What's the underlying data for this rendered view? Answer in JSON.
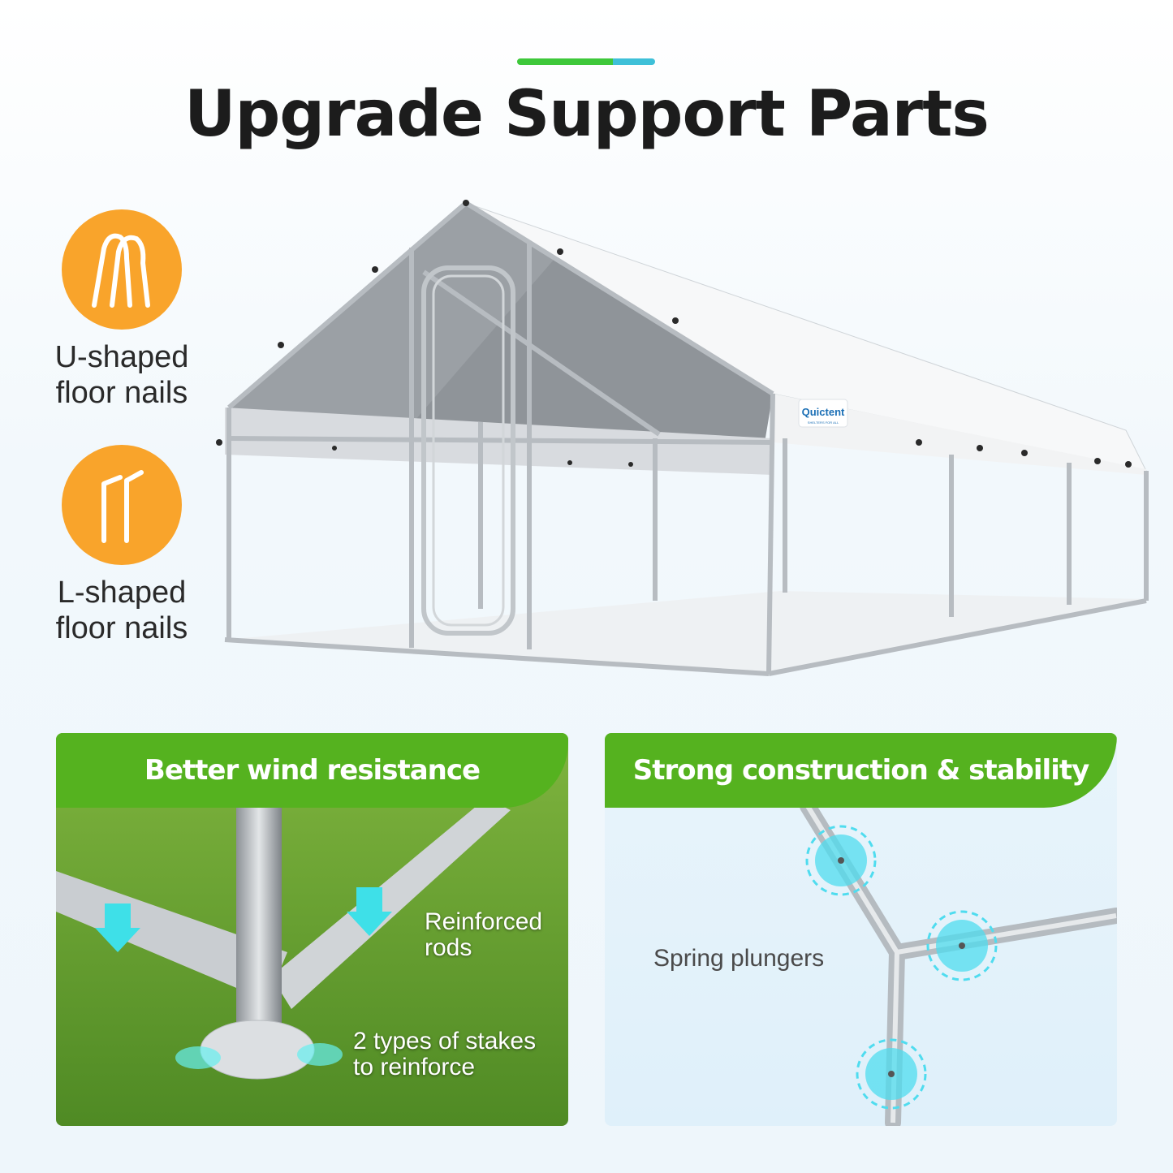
{
  "header": {
    "title": "Upgrade Support Parts",
    "accent_colors": [
      "#3ec83a",
      "#3ec0d8"
    ]
  },
  "nails": [
    {
      "label_line1": "U-shaped",
      "label_line2": "floor nails",
      "icon": "u-nail-icon"
    },
    {
      "label_line1": "L-shaped",
      "label_line2": "floor nails",
      "icon": "l-nail-icon"
    }
  ],
  "product": {
    "brand": "Quictent",
    "brand_tagline": "SHELTERS FOR ALL"
  },
  "panels": {
    "wind": {
      "title": "Better wind resistance",
      "callout_rods_line1": "Reinforced",
      "callout_rods_line2": "rods",
      "callout_stakes_line1": "2 types of stakes",
      "callout_stakes_line2": "to reinforce"
    },
    "stability": {
      "title": "Strong construction & stability",
      "callout_plungers": "Spring plungers"
    }
  },
  "colors": {
    "header_green": "#55b21f",
    "nail_orange": "#f9a42b",
    "highlight_cyan": "#38d8e8"
  }
}
